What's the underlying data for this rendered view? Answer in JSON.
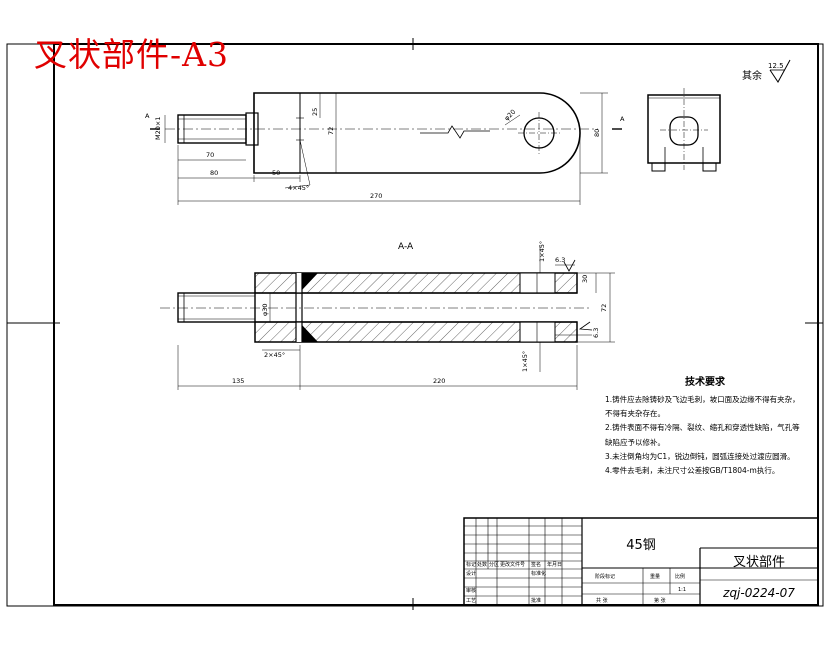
{
  "sheet_title": "叉状部件-A3",
  "surface_finish": {
    "label": "其余",
    "value": "12.5"
  },
  "views": {
    "section_label": "A-A",
    "cut_mark": "A"
  },
  "dimensions": {
    "top_view": [
      "M20×1",
      "70",
      "80",
      "50",
      "4×45°",
      "270",
      "25",
      "72",
      "φ20",
      "80"
    ],
    "section_view": [
      "1×45°",
      "6.3",
      "30",
      "72",
      "φ30",
      "6.3",
      "1×45°",
      "2×45°",
      "135",
      "220"
    ]
  },
  "technical_requirements": {
    "title": "技术要求",
    "items": [
      "1.铸件应去除铸砂及飞边毛刺，坡口面及边缘不得有夹杂，不得有夹杂存在。",
      "2.铸件表面不得有冷隔、裂纹、缩孔和穿透性缺陷，气孔等缺陷应予以修补。",
      "3.未注倒角均为C1，锐边倒钝，圆弧连接处过渡应圆滑。",
      "4.零件去毛刺，未注尺寸公差按GB/T1804-m执行。"
    ]
  },
  "title_block": {
    "material": "45钢",
    "part_name": "叉状部件",
    "drawing_number": "zqj-0224-07",
    "labels": {
      "mark": "标记",
      "count": "处数",
      "zone": "分区",
      "change_doc": "更改文件号",
      "signature": "签名",
      "date": "年月日",
      "designer": "设计",
      "standardization": "标准化",
      "stage_mark": "阶段标记",
      "weight": "重量",
      "scale": "比例",
      "scale_value": "1:1",
      "review": "审核",
      "process": "工艺",
      "approve": "批准",
      "sheets_total": "共 张",
      "sheet_no": "第 张"
    }
  }
}
